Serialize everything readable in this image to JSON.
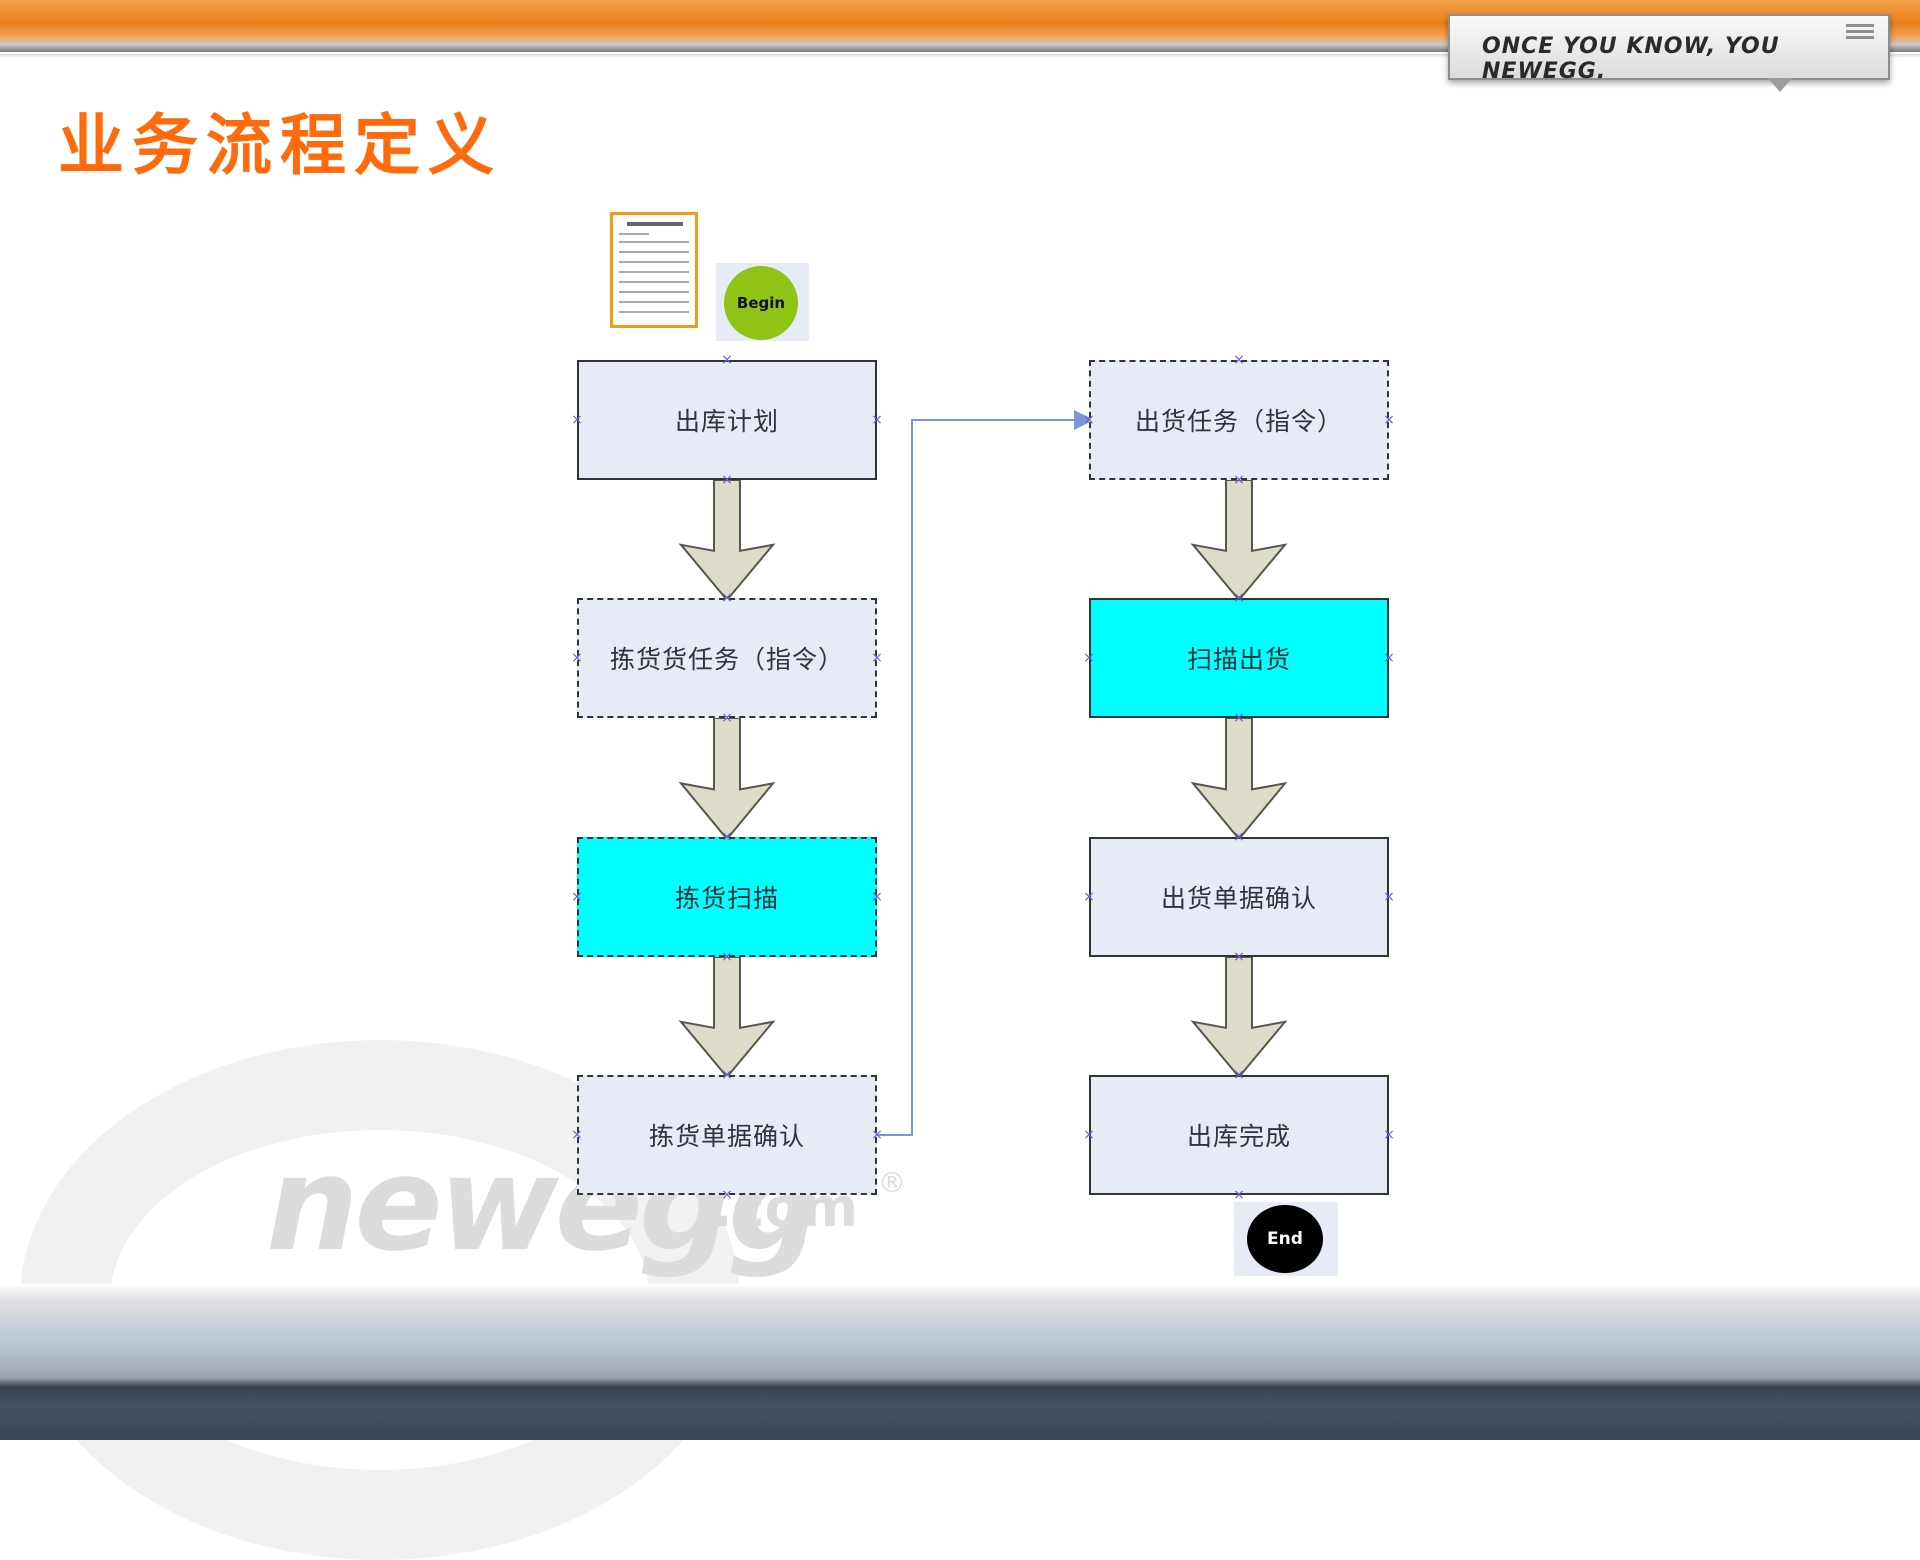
{
  "header": {
    "tagline": "ONCE YOU KNOW, YOU NEWEGG."
  },
  "title": "业务流程定义",
  "watermark": {
    "word": "newegg",
    "suffix": ".com",
    "reg": "®"
  },
  "flow": {
    "begin_label": "Begin",
    "end_label": "End",
    "left_column": [
      {
        "label": "出库计划",
        "border": "solid",
        "highlight": false
      },
      {
        "label": "拣货货任务（指令）",
        "border": "dashed",
        "highlight": false
      },
      {
        "label": "拣货扫描",
        "border": "dashed",
        "highlight": true
      },
      {
        "label": "拣货单据确认",
        "border": "dashed",
        "highlight": false
      }
    ],
    "right_column": [
      {
        "label": "出货任务（指令）",
        "border": "dashed",
        "highlight": false
      },
      {
        "label": "扫描出货",
        "border": "solid",
        "highlight": true
      },
      {
        "label": "出货单据确认",
        "border": "solid",
        "highlight": false
      },
      {
        "label": "出库完成",
        "border": "solid",
        "highlight": false
      }
    ],
    "colors": {
      "node_fill": "#e6ebf6",
      "highlight_fill": "#00ffff",
      "arrow_fill": "#dcdcc8",
      "connector": "#7b96d8",
      "handle": "#6a5cd8",
      "begin_fill": "#8fc316",
      "end_fill": "#000000",
      "title": "#ff6a0d"
    }
  }
}
